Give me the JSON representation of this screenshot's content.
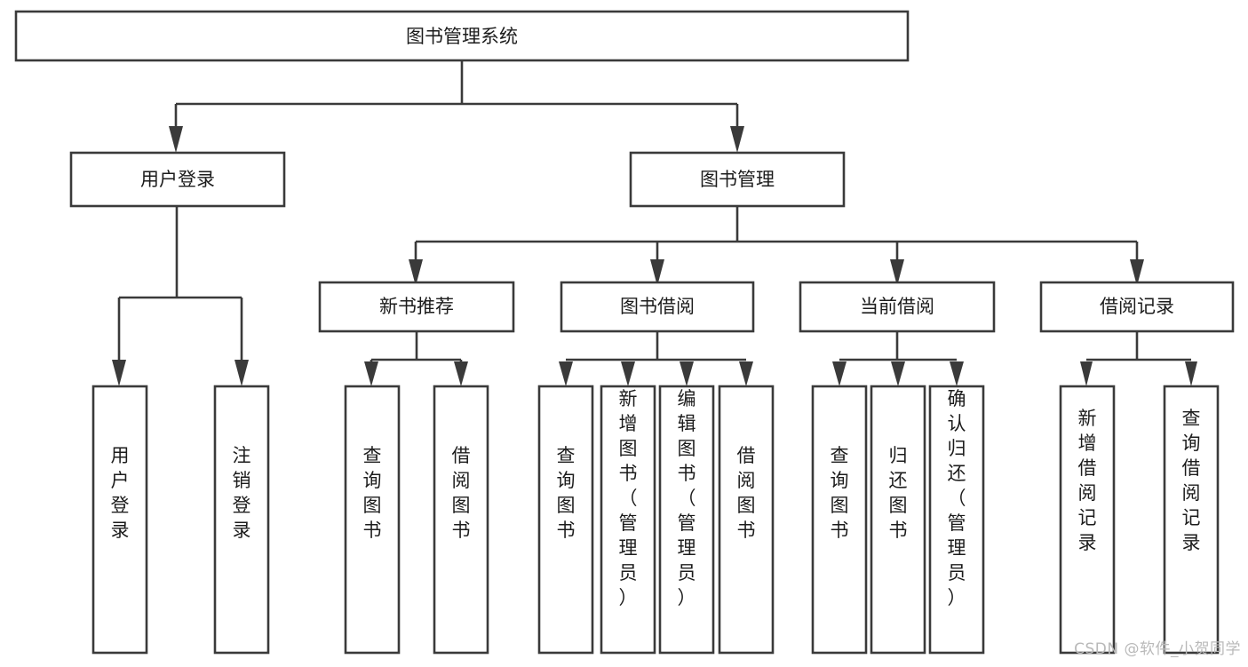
{
  "diagram": {
    "type": "tree-hierarchy-chart",
    "title": "图书管理系统",
    "watermark": "CSDN @软件_小贺同学",
    "colors": {
      "stroke": "#3a3a3a",
      "fill": "#ffffff",
      "text": "#1c1c1c",
      "watermark": "#b9b9b9"
    },
    "levels": {
      "root": {
        "label": "图书管理系统"
      },
      "level2": [
        {
          "label": "用户登录"
        },
        {
          "label": "图书管理"
        }
      ],
      "level3": [
        {
          "label": "新书推荐"
        },
        {
          "label": "图书借阅"
        },
        {
          "label": "当前借阅"
        },
        {
          "label": "借阅记录"
        }
      ]
    },
    "leaves": {
      "user_login": [
        {
          "label": "用户登录"
        },
        {
          "label": "注销登录"
        }
      ],
      "new_book_recommend": [
        {
          "label": "查询图书"
        },
        {
          "label": "借阅图书"
        }
      ],
      "book_borrow": [
        {
          "label": "查询图书"
        },
        {
          "label": "新增图书（管理员）"
        },
        {
          "label": "编辑图书（管理员）"
        },
        {
          "label": "借阅图书"
        }
      ],
      "current_borrow": [
        {
          "label": "查询图书"
        },
        {
          "label": "归还图书"
        },
        {
          "label": "确认归还（管理员）"
        }
      ],
      "borrow_record": [
        {
          "label": "新增借阅记录"
        },
        {
          "label": "查询借阅记录"
        }
      ]
    }
  }
}
